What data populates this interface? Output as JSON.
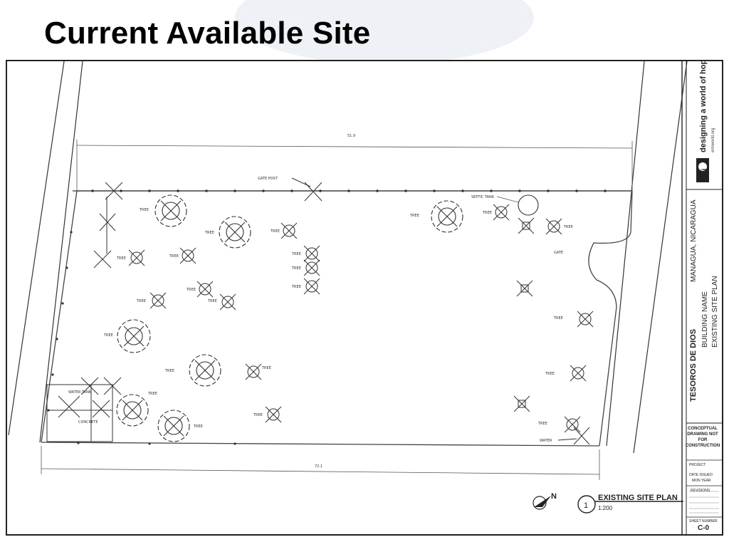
{
  "slide": {
    "title": "Current Available Site"
  },
  "title_block": {
    "tagline": "designing a world of hope",
    "website": "emiworld.org",
    "logo": "emi",
    "project_name": "TESOROS DE DIOS",
    "location": "MANAGUA, NICARAGUA",
    "building_name": "BUILDING NAME",
    "sheet_title": "EXISTING SITE PLAN",
    "status": "CONCEPTUAL DRAWING NOT FOR CONSTRUCTION",
    "project_label": "PROJECT",
    "date_label": "DATE ISSUED",
    "date_value": "MON YEAR",
    "revisions_label": "REVISIONS",
    "sheet_number_label": "SHEET NUMBER",
    "sheet_number": "C-0"
  },
  "drawing": {
    "view_number": "1",
    "view_title": "EXISTING SITE PLAN",
    "scale": "1:200",
    "north_label": "N",
    "labels": {
      "gate_post": "GATE POST",
      "septic_tank": "SEPTIC TANK",
      "gate": "GATE",
      "water": "WATER",
      "water_tank": "WATER TANK",
      "concrete": "CONCRETE",
      "dim_top": "51.9",
      "dim_bottom": "72.1",
      "tree": "TREE"
    }
  }
}
